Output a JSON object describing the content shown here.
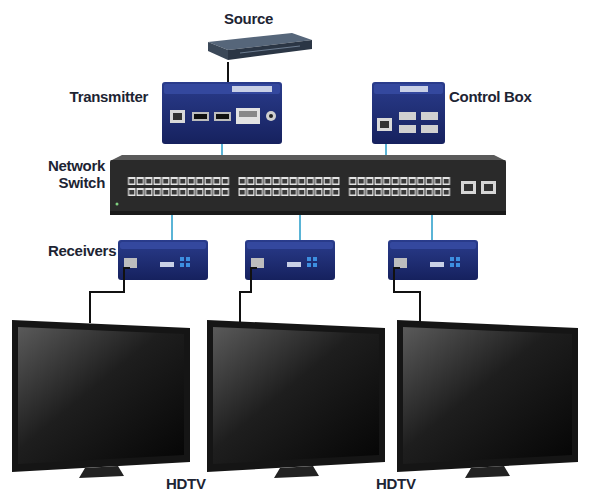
{
  "diagram": {
    "nodes": [
      {
        "text": [
          "Source"
        ]
      },
      {
        "text": [
          "Transmitter"
        ]
      },
      {
        "text": [
          "Control Box"
        ]
      },
      {
        "text": [
          "Network Switch"
        ]
      }
    ],
    "edges": [
      {
        "from": 0,
        "to": 1,
        "arrow": "none"
      },
      {
        "from": 1,
        "to": 3,
        "arrow": "none"
      },
      {
        "from": 2,
        "to": 3,
        "arrow": "none"
      }
    ],
    "labels": [
      "Receivers",
      "HDTV",
      "HDTV"
    ]
  }
}
